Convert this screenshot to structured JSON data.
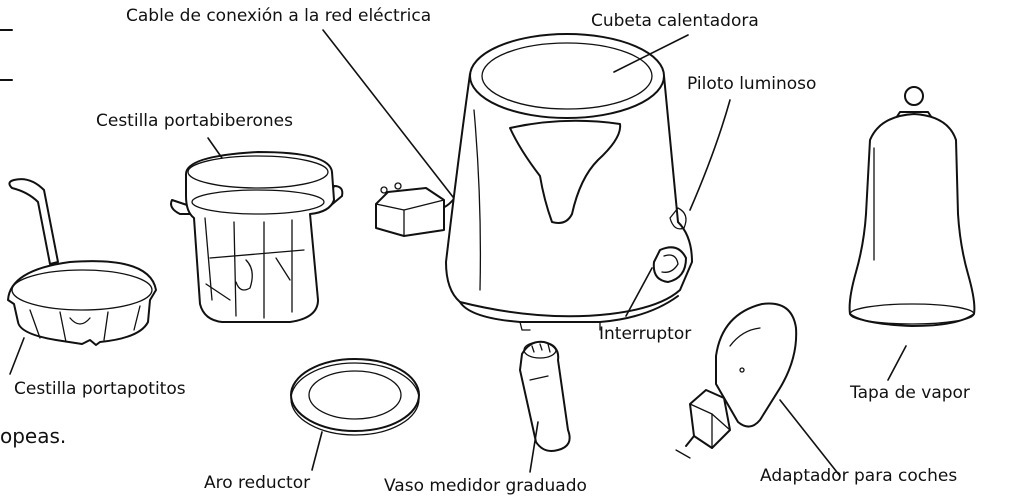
{
  "labels": {
    "cable": "Cable de conexión a la red eléctrica",
    "cubeta": "Cubeta calentadora",
    "piloto": "Piloto luminoso",
    "cestilla_biberones": "Cestilla portabiberones",
    "cestilla_potitos": "Cestilla portapotitos",
    "interruptor": "Interruptor",
    "tapa": "Tapa de vapor",
    "aro": "Aro reductor",
    "vaso": "Vaso medidor graduado",
    "adaptador": "Adaptador para coches"
  },
  "fragments": {
    "text_left": "opeas."
  }
}
